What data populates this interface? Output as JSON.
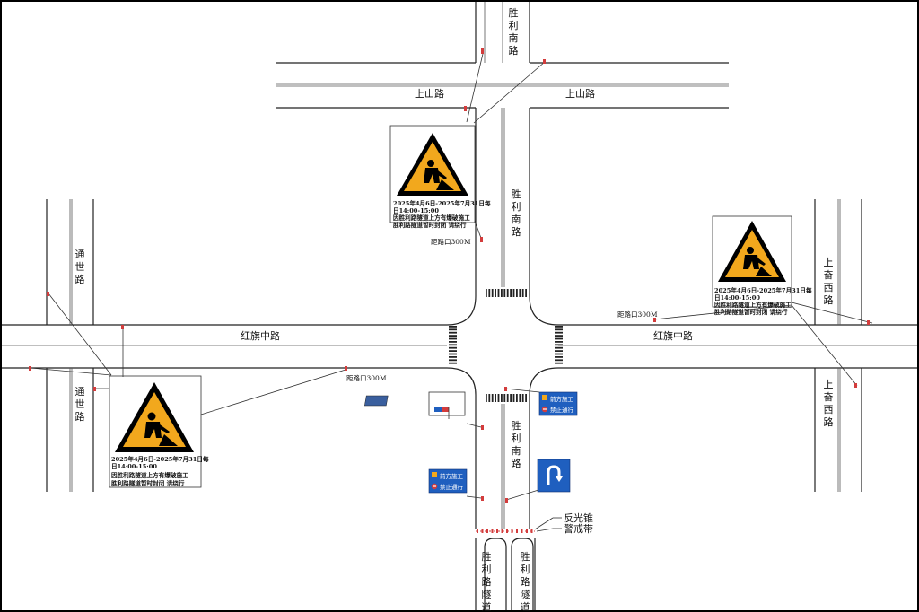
{
  "roads": {
    "shenglinan_top": "胜利南路",
    "shanglu_left": "上山路",
    "shanglu_right": "上山路",
    "shenglinan_mid": "胜利南路",
    "shenglinan_bottom": "胜利南路",
    "tongshi_top": "通世路",
    "tongshi_bottom": "通世路",
    "shangfenxi_top": "上奋西路",
    "shangfenxi_bottom": "上奋西路",
    "hongqi_left": "红旗中路",
    "hongqi_right": "红旗中路",
    "tunnel_left": "胜利路隧道",
    "tunnel_right": "胜利路隧道"
  },
  "work_signs": [
    {
      "id": "north",
      "line1": "2025年4月6日-2025年7月31日每",
      "line2": "日14:00-15:00",
      "line3": "因胜利路隧道上方有爆破施工",
      "line4": "胜利路隧道暂时封闭  请绕行",
      "distance": "距路口300M"
    },
    {
      "id": "east",
      "line1": "2025年4月6日-2025年7月31日每",
      "line2": "日14:00-15:00",
      "line3": "因胜利路隧道上方有爆破施工",
      "line4": "胜利路隧道暂时封闭  请绕行",
      "distance": "距路口300M"
    },
    {
      "id": "west",
      "line1": "2025年4月6日-2025年7月31日每",
      "line2": "日14:00-15:00",
      "line3": "因胜利路隧道上方有爆破施工",
      "line4": "胜利路隧道暂时封闭  请绕行",
      "distance": "距路口300M"
    }
  ],
  "small_signs": {
    "ahead_work": "前方施工",
    "no_passage": "禁止通行"
  },
  "legend": {
    "cone": "反光锥",
    "tape": "警戒带"
  },
  "colors": {
    "warning_yellow": "#f2a81d",
    "sign_blue": "#1f5fbf",
    "cone_red": "#d33c3c"
  },
  "icons": [
    "construction-worker-icon",
    "u-turn-icon",
    "solar-flashing-light-icon"
  ]
}
